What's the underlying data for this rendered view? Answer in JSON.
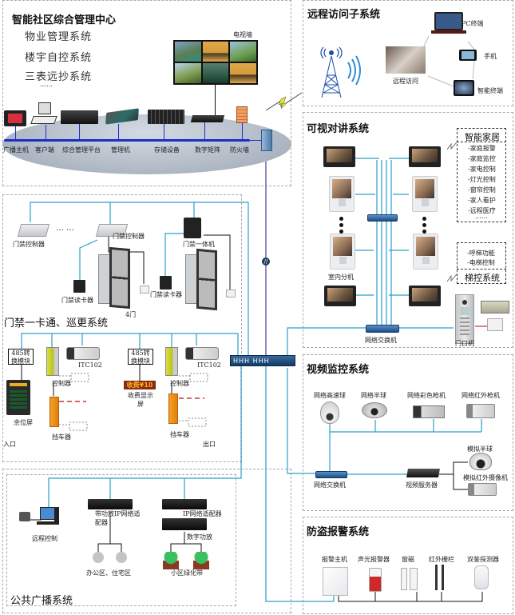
{
  "center": {
    "title": "智能社区综合管理中心",
    "systems": [
      "物业管理系统",
      "楼宇自控系统",
      "三表远抄系统",
      "……"
    ],
    "tv_wall_label": "电视墙",
    "devices": [
      "广播主机",
      "客户端",
      "综合管理平台",
      "管理机",
      "存储设备",
      "数字矩阵",
      "防火墙"
    ]
  },
  "remote": {
    "title": "远程访问子系统",
    "labels": {
      "pc": "PC终端",
      "phone": "手机",
      "remote_access": "远程访问",
      "smart_terminal": "智能终端"
    }
  },
  "intercom": {
    "title": "可视对讲系统",
    "smart_home": {
      "title": "智能家居",
      "items": [
        "-家庭报警",
        "-家庭监控",
        "-家电控制",
        "-灯光控制",
        "-窗帘控制",
        "-家人看护",
        "-远程医疗",
        "……"
      ]
    },
    "elevator": {
      "title": "梯控系统",
      "items": [
        "-呼梯功能",
        "-电梯控制"
      ]
    },
    "indoor_unit_label": "室内分机",
    "switch_label": "网络交换机",
    "door_unit_label": "门口机"
  },
  "access": {
    "title": "门禁一卡通、巡更系统",
    "labels": {
      "controller_left": "门禁控制器",
      "controller_mid": "门禁控制器",
      "integrated": "门禁一体机",
      "reader_left": "门禁读卡器",
      "reader_right": "门禁读卡器",
      "door4": "4门"
    },
    "parking": {
      "module_left": "485转换模块",
      "module_right": "485转换模块",
      "camera_left": "ITC102",
      "camera_right": "ITC102",
      "controller_left": "控制器",
      "controller_right": "控制器",
      "display_left": "余位屏",
      "fee_display": "收费显示屏",
      "fee_display_text": "收费¥10",
      "barrier_left": "挡车器",
      "barrier_right": "挡车器",
      "entrance": "入口",
      "exit": "出口"
    }
  },
  "video": {
    "title": "视频监控系统",
    "cameras": [
      "网络高速球",
      "网络半球",
      "网络彩色枪机",
      "网络红外枪机"
    ],
    "switch_label": "网络交换机",
    "server_label": "视频服务器",
    "analog": [
      "模拟半球",
      "模拟红外摄像机"
    ]
  },
  "alarm": {
    "title": "防盗报警系统",
    "devices": [
      "报警主机",
      "声光报警器",
      "窗磁",
      "红外栅栏",
      "双鉴探测器"
    ]
  },
  "broadcast": {
    "title": "公共广播系统",
    "labels": {
      "remote_control": "远程控制",
      "amp_adapter": "带功放IP网络适配器",
      "ip_adapter": "IP网络适配器",
      "digital_amp": "数字功放",
      "zones_left": "办公区、住宅区",
      "zones_right": "小区绿化带"
    }
  },
  "colors": {
    "cyan_line": "#2aa0c8",
    "purple_line": "#5a3a8c",
    "blue_bus": "#1a2fc8",
    "dashed_border": "#a8a8a8",
    "ellipse": "#b9c3cf"
  }
}
